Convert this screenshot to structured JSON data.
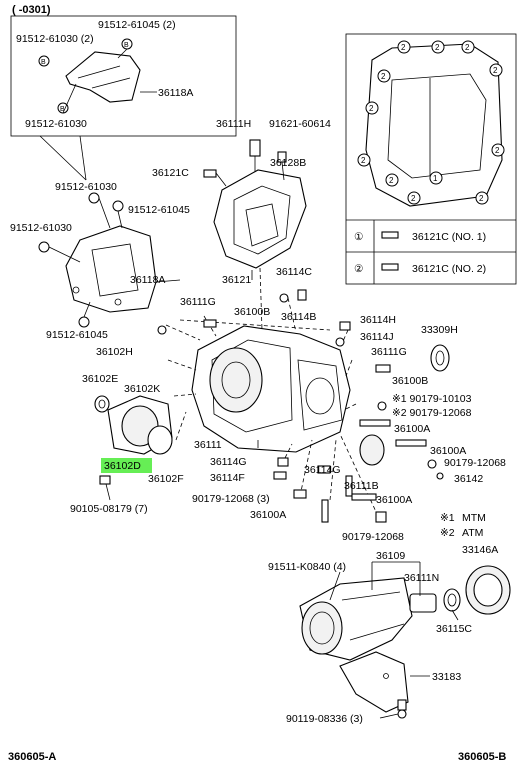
{
  "header": {
    "period": "(      -0301)"
  },
  "footer": {
    "left": "360605-A",
    "right": "360605-B"
  },
  "highlight_color": "#66ee55",
  "inset_top": {
    "labels": [
      "91512-61045 (2)",
      "91512-61030 (2)",
      "36118A",
      "91512-61030"
    ],
    "marker": "B"
  },
  "inset_right": {
    "legend": [
      {
        "num": "①",
        "part": "36121C (NO. 1)"
      },
      {
        "num": "②",
        "part": "36121C (NO. 2)"
      }
    ],
    "markers": [
      "1",
      "2"
    ]
  },
  "notes": [
    {
      "mark": "※1",
      "text": "MTM"
    },
    {
      "mark": "※2",
      "text": "ATM"
    }
  ],
  "labels": {
    "l_36111H": "36111H",
    "l_91621": "91621-60614",
    "l_36121C": "36121C",
    "l_36128B": "36128B",
    "l_91512_61030_a": "91512-61030",
    "l_91512_61045_b": "91512-61045",
    "l_91512_61030_b": "91512-61030",
    "l_36118A": "36118A",
    "l_91512_61045_c": "91512-61045",
    "l_36102H": "36102H",
    "l_36121": "36121",
    "l_36114C": "36114C",
    "l_36111G_a": "36111G",
    "l_36100B_a": "36100B",
    "l_36114B": "36114B",
    "l_36114H": "36114H",
    "l_36114J": "36114J",
    "l_33309H": "33309H",
    "l_36111G_b": "36111G",
    "l_36100B_b": "36100B",
    "l_36102E": "36102E",
    "l_36102K": "36102K",
    "l_90179_10103": "※1 90179-10103",
    "l_90179_12068_a": "※2 90179-12068",
    "l_36100A_a": "36100A",
    "l_36111": "36111",
    "l_36100A_b": "36100A",
    "l_36102F": "36102F",
    "l_36102D": "36102D",
    "l_36114G_a": "36114G",
    "l_90179_12068_b": "90179-12068",
    "l_36114G_b": "36114G",
    "l_36142": "36142",
    "l_36114F": "36114F",
    "l_36111B": "36111B",
    "l_90105": "90105-08179 (7)",
    "l_90179_12068_c": "90179-12068 (3)",
    "l_36100A_c": "36100A",
    "l_36100A_d": "36100A",
    "l_90179_12068_d": "90179-12068",
    "l_36109": "36109",
    "l_33146A": "33146A",
    "l_91511": "91511-K0840 (4)",
    "l_36111N": "36111N",
    "l_36115C": "36115C",
    "l_33183": "33183",
    "l_90119": "90119-08336 (3)"
  }
}
